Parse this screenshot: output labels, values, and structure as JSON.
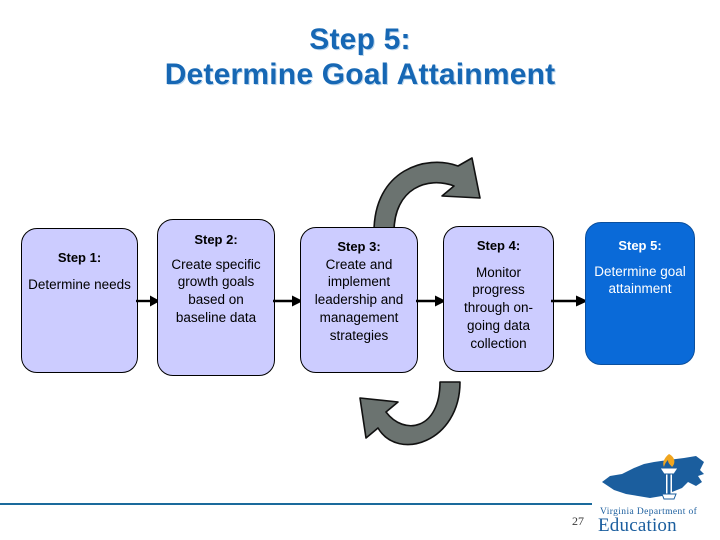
{
  "slide": {
    "title_line_1": "Step 5:",
    "title_line_2": "Determine Goal Attainment",
    "title_color": "#1667b4",
    "background": "#ffffff"
  },
  "flow": {
    "box_fill": "#ccccff",
    "highlight_fill": "#0a6ad8",
    "highlight_text": "#ffffff",
    "border_color": "#000000",
    "arrow_color": "#000000",
    "loop_arrow_color": "#6b7370",
    "steps": [
      {
        "id": "step-1",
        "header": "Step 1:",
        "body": "Determine needs",
        "highlighted": false
      },
      {
        "id": "step-2",
        "header": "Step 2:",
        "body": "Create specific growth goals based on baseline data",
        "highlighted": false
      },
      {
        "id": "step-3",
        "header": "Step 3:",
        "body": "Create and implement leadership and management strategies",
        "highlighted": false
      },
      {
        "id": "step-4",
        "header": "Step 4:",
        "body": "Monitor progress through on-going data collection",
        "highlighted": false
      },
      {
        "id": "step-5",
        "header": "Step 5:",
        "body": "Determine goal attainment",
        "highlighted": true
      }
    ],
    "connectors": [
      {
        "from": "step-1",
        "to": "step-2"
      },
      {
        "from": "step-2",
        "to": "step-3"
      },
      {
        "from": "step-3",
        "to": "step-4"
      },
      {
        "from": "step-4",
        "to": "step-5"
      }
    ],
    "loops": [
      {
        "id": "loop-top",
        "direction": "clockwise-down-right"
      },
      {
        "id": "loop-bottom",
        "direction": "counterclockwise-up-left"
      }
    ]
  },
  "footer": {
    "page_number": "27",
    "rule_color": "#1a6a9c",
    "logo": {
      "line_1": "Virginia Department of",
      "line_2": "Education",
      "color": "#1b5e9e",
      "torch_flame_color": "#f0a51e"
    }
  }
}
